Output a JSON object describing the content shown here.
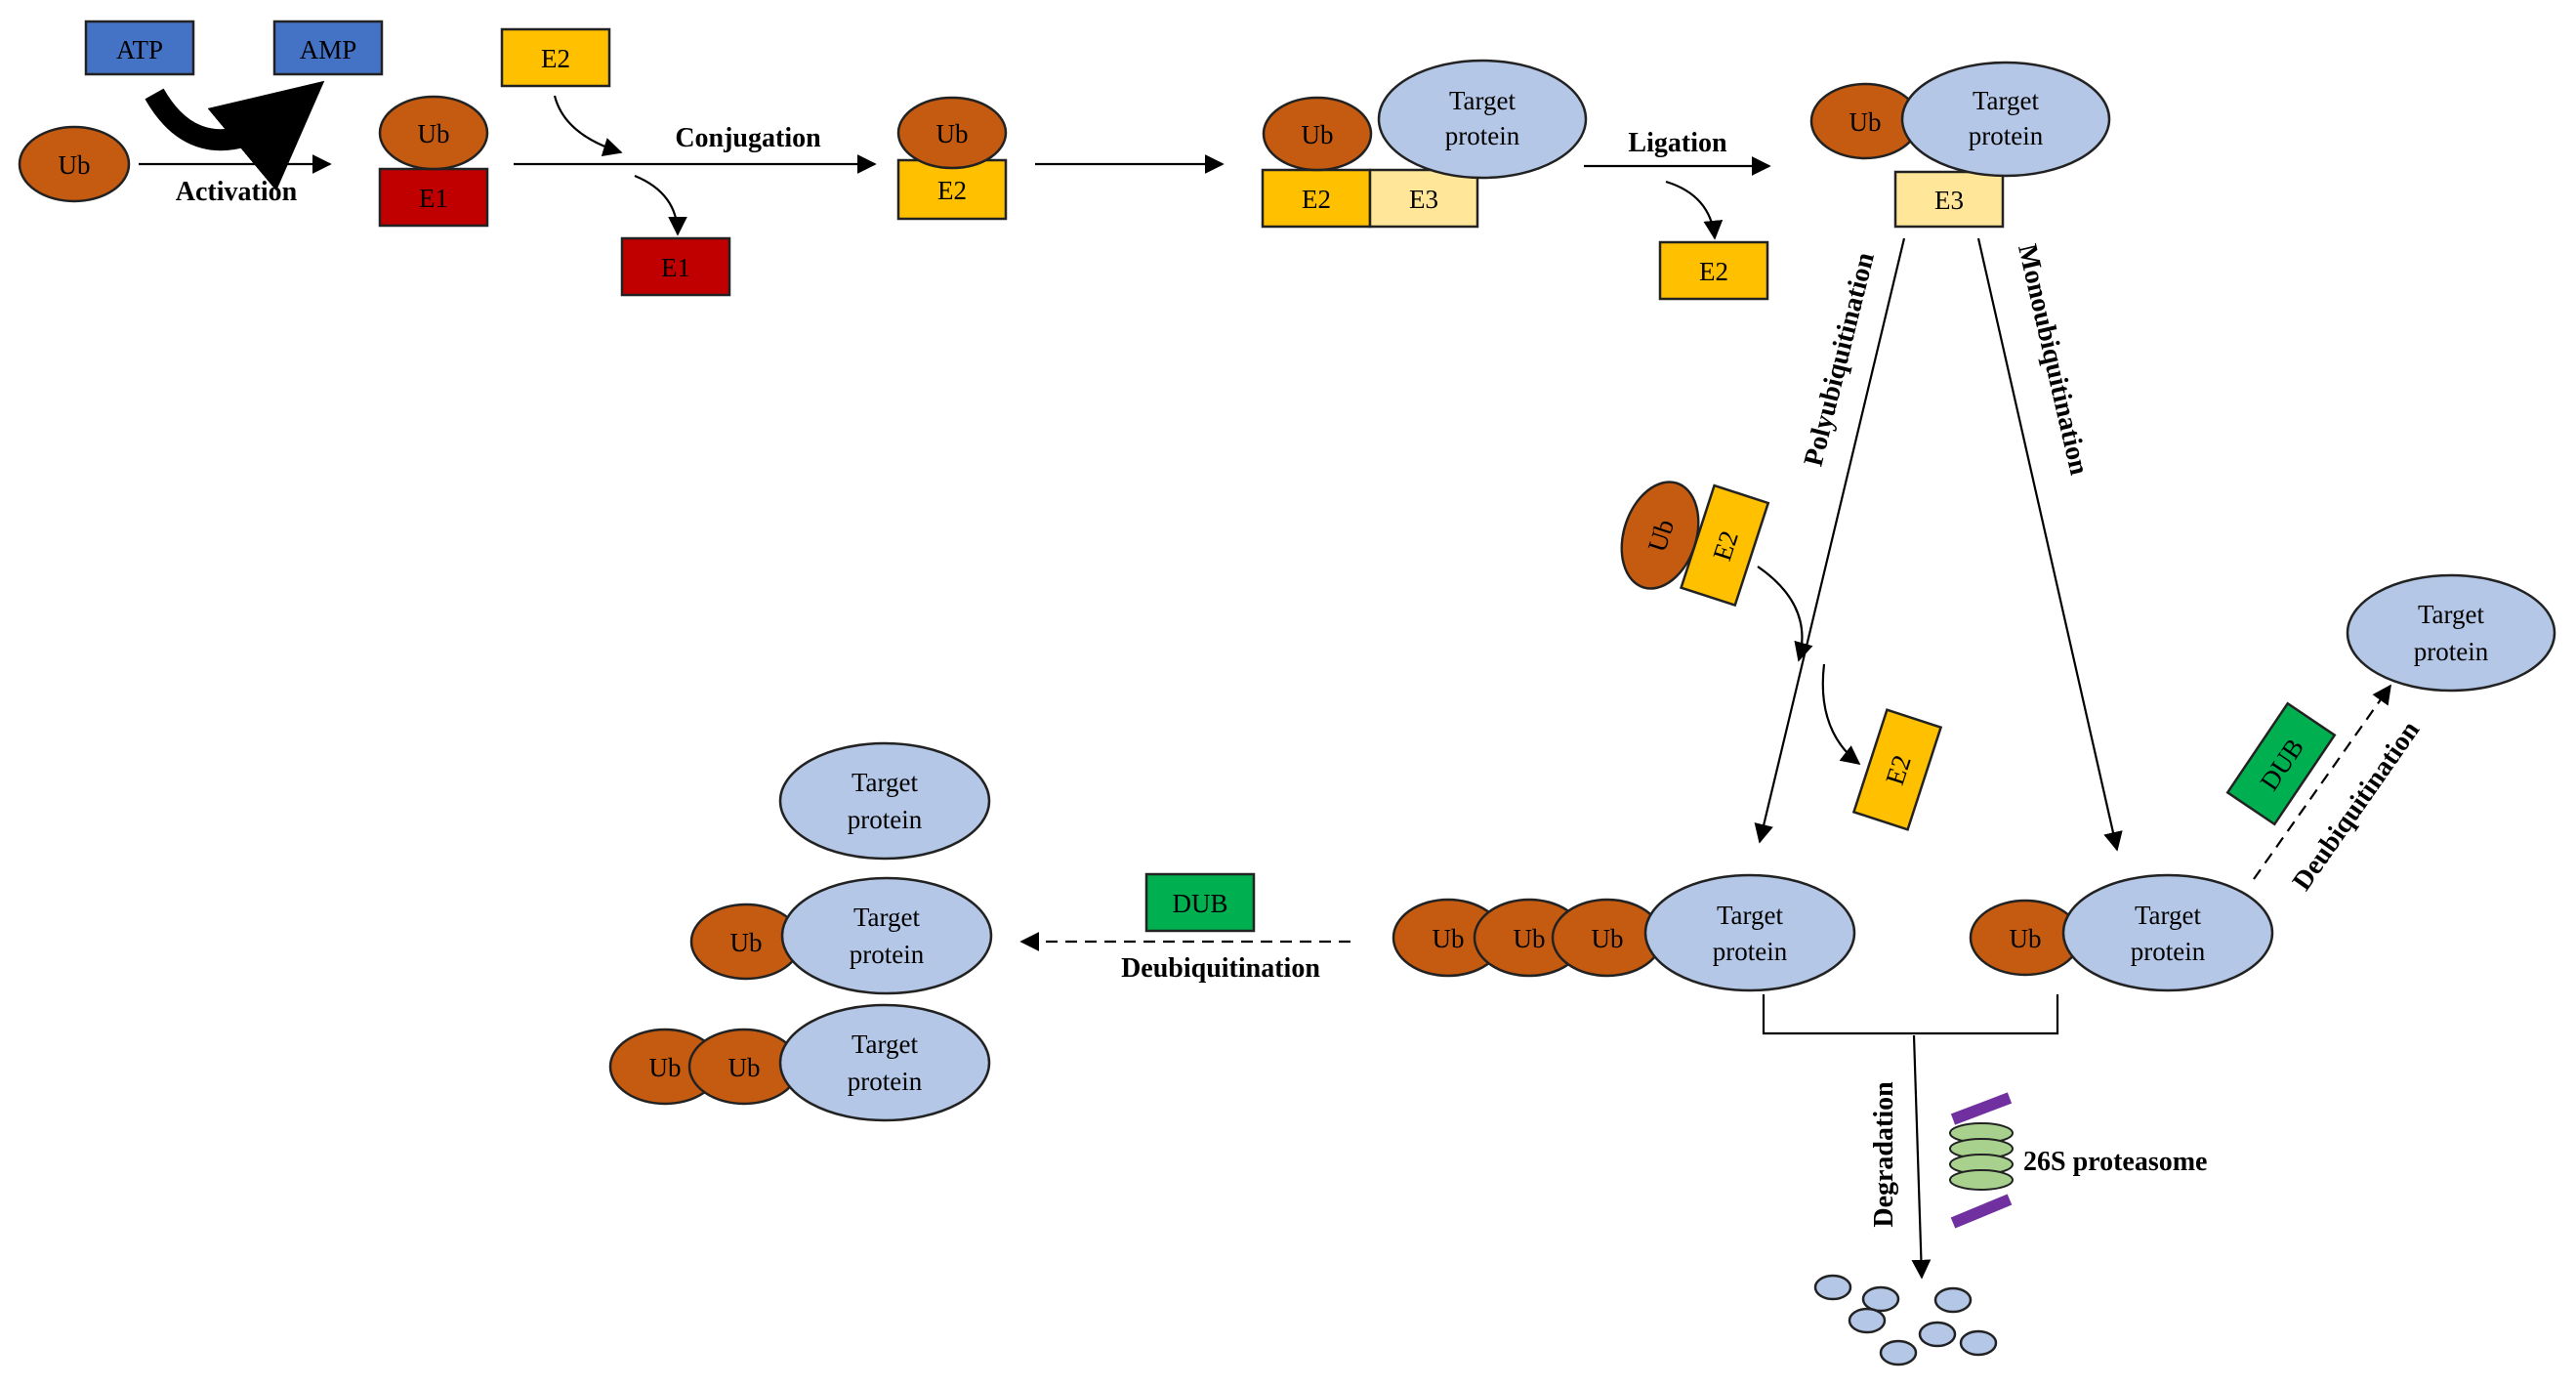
{
  "labels": {
    "ub": "Ub",
    "e1": "E1",
    "e2": "E2",
    "e3": "E3",
    "atp": "ATP",
    "amp": "AMP",
    "dub": "DUB",
    "target_line1": "Target",
    "target_line2": "protein",
    "proteasome": "26S proteasome"
  },
  "steps": {
    "activation": "Activation",
    "conjugation": "Conjugation",
    "ligation": "Ligation",
    "polyubiquitination": "Polyubiquitination",
    "monoubiquitination": "Monoubiquitination",
    "deubiquitination": "Deubiquitination",
    "degradation": "Degradation"
  },
  "colors": {
    "ubiquitin": "#c55a11",
    "target_protein": "#b4c7e7",
    "e1": "#c00000",
    "e2": "#ffc000",
    "e3": "#ffe699",
    "atp_amp": "#4472c4",
    "dub": "#00b050",
    "proteasome_ring": "#a9d18e",
    "proteasome_cap": "#7030a0"
  }
}
